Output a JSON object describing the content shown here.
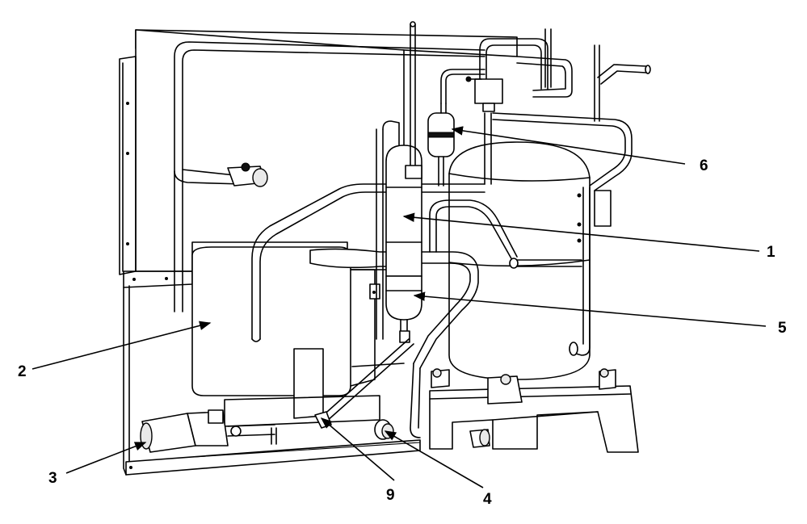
{
  "figure": {
    "callouts": [
      {
        "id": "1",
        "label": "1"
      },
      {
        "id": "2",
        "label": "2"
      },
      {
        "id": "3",
        "label": "3"
      },
      {
        "id": "4",
        "label": "4"
      },
      {
        "id": "5",
        "label": "5"
      },
      {
        "id": "6",
        "label": "6"
      },
      {
        "id": "9",
        "label": "9"
      }
    ]
  },
  "colors": {
    "line": "#000000",
    "background": "#ffffff",
    "shade": "#e9e9e9"
  }
}
